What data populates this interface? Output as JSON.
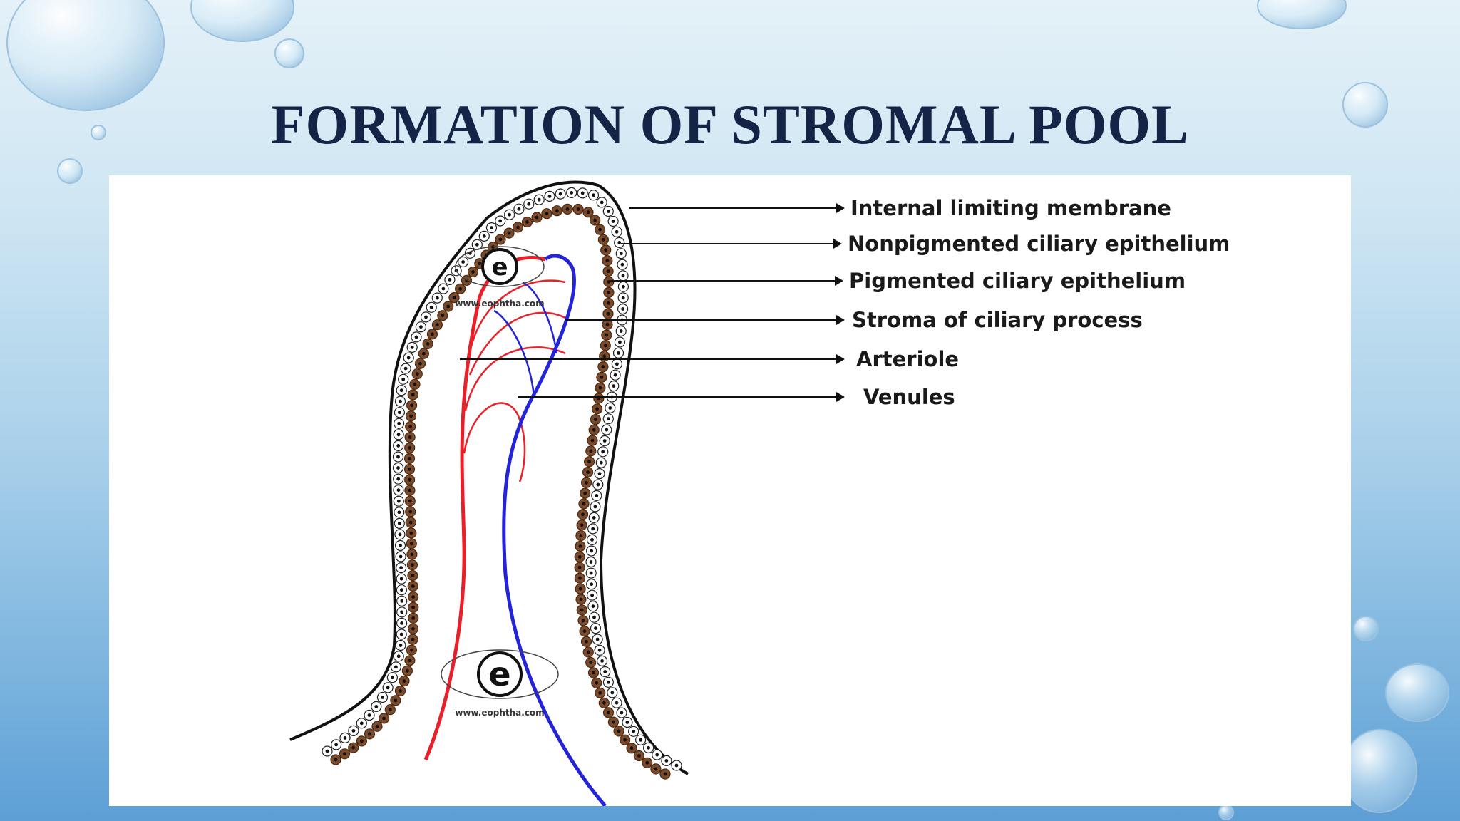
{
  "slide": {
    "title": "FORMATION OF STROMAL POOL"
  },
  "diagram": {
    "labels": [
      "Internal limiting membrane",
      "Nonpigmented ciliary epithelium",
      "Pigmented ciliary epithelium",
      "Stroma of ciliary process",
      "Arteriole",
      "Venules"
    ],
    "watermark": {
      "letter": "e",
      "url": "www.eophtha.com"
    },
    "colors": {
      "arteriole": "#e8202a",
      "venule": "#2323d8",
      "pigment": "#7a4a2a",
      "outline": "#111111"
    }
  }
}
